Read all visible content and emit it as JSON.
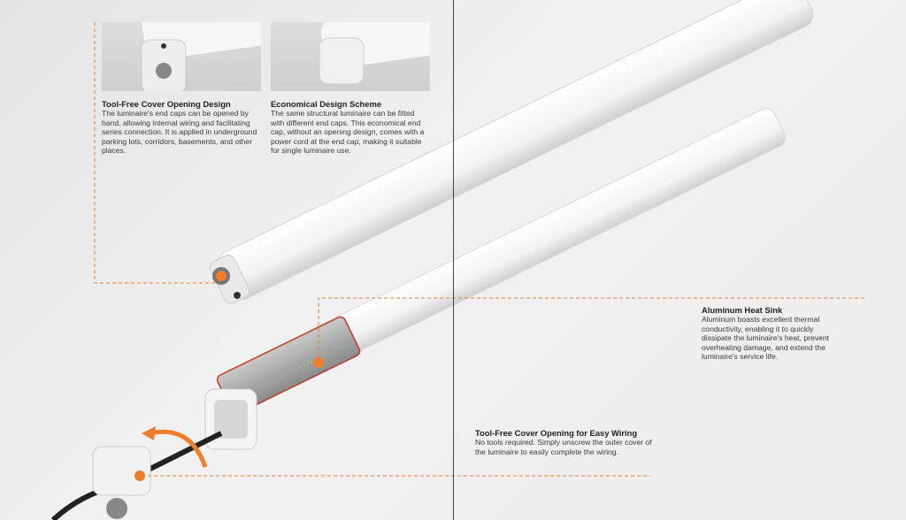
{
  "features": [
    {
      "title": "Tool-Free Cover Opening Design",
      "body": "The luminaire's end caps can be opened by hand, allowing internal wiring and facilitating series connection. It is applied in underground parking lots, corridors, basements, and other places."
    },
    {
      "title": "Economical Design Scheme",
      "body": "The same structural luminaire can be fitted with different end caps. This economical end cap, without an opening design, comes with a power cord at the end cap, making it suitable for single luminaire use."
    },
    {
      "title": "Aluminum Heat Sink",
      "body": "Aluminum boasts excellent thermal conductivity, enabling it to quickly dissipate the luminaire's heat, prevent overheating damage, and extend the luminaire's service life."
    },
    {
      "title": "Tool-Free Cover Opening for Easy Wiring",
      "body": "No tools required. Simply unscrew the outer cover of the luminaire to easily complete the wiring."
    }
  ],
  "colors": {
    "accent": "#f07d2a",
    "divider": "#444444"
  }
}
